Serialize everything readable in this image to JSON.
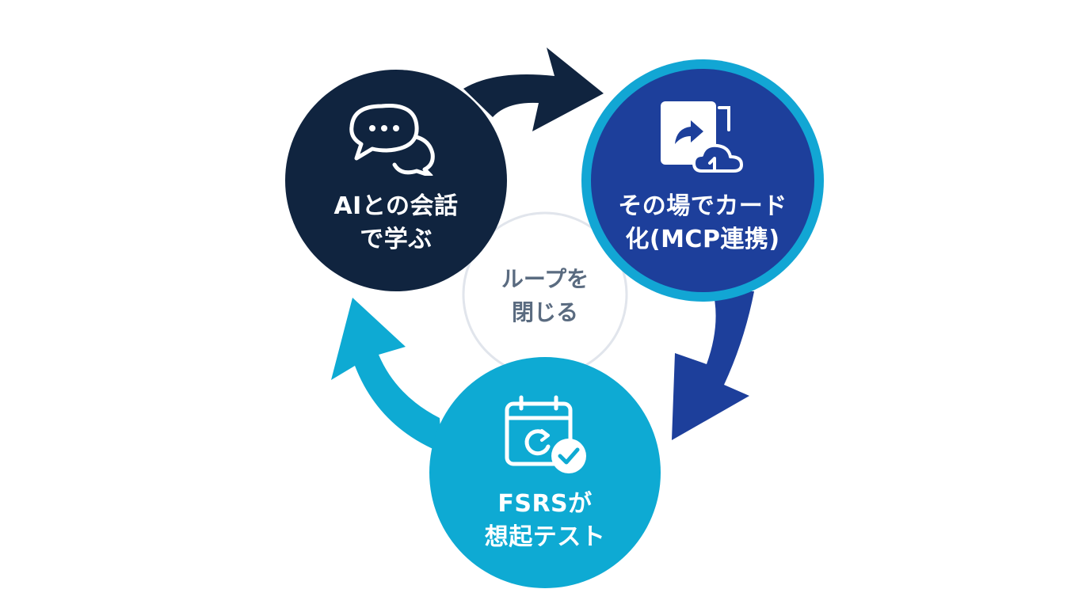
{
  "nodes": {
    "learn": {
      "line1": "AIとの会話",
      "line2": "で学ぶ",
      "icon": "chat-bubbles-icon",
      "color": "#10243f"
    },
    "card": {
      "line1": "その場でカード",
      "line2": "化(MCP連携)",
      "icon": "card-export-cloud-icon",
      "color": "#1d3f9b",
      "ring_color": "#12a6d4"
    },
    "test": {
      "line1": "FSRSが",
      "line2": "想起テスト",
      "icon": "calendar-check-icon",
      "color": "#0eaad3"
    }
  },
  "center": {
    "line1": "ループを",
    "line2": "閉じる"
  },
  "arrows": {
    "learn_to_card_color": "#10243f",
    "card_to_test_color": "#1d3f9b",
    "test_to_learn_color": "#0eaad3"
  }
}
